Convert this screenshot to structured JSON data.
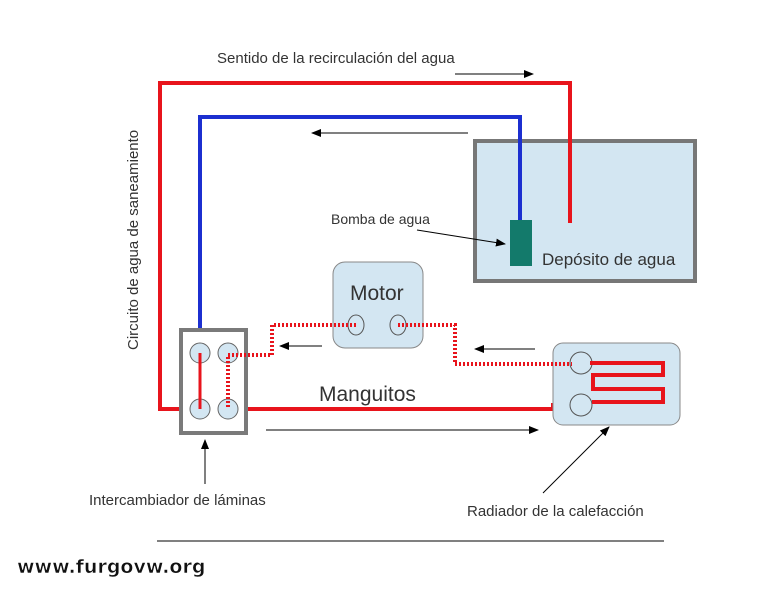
{
  "labels": {
    "flow_direction": "Sentido de la recirculación del agua",
    "sanitation_circuit": "Circuito de agua de saneamiento",
    "water_pump": "Bomba de agua",
    "water_tank": "Depósito de agua",
    "motor": "Motor",
    "hoses": "Manguitos",
    "plate_exchanger": "Intercambiador de láminas",
    "heater_radiator": "Radiador de la calefacción"
  },
  "watermark": "www.furgovw.org",
  "colors": {
    "hot_line": "#e8141c",
    "cold_line": "#1c2fd0",
    "component_fill": "#d3e6f2",
    "component_border": "#7a7a7a",
    "pump": "#137a6b"
  }
}
